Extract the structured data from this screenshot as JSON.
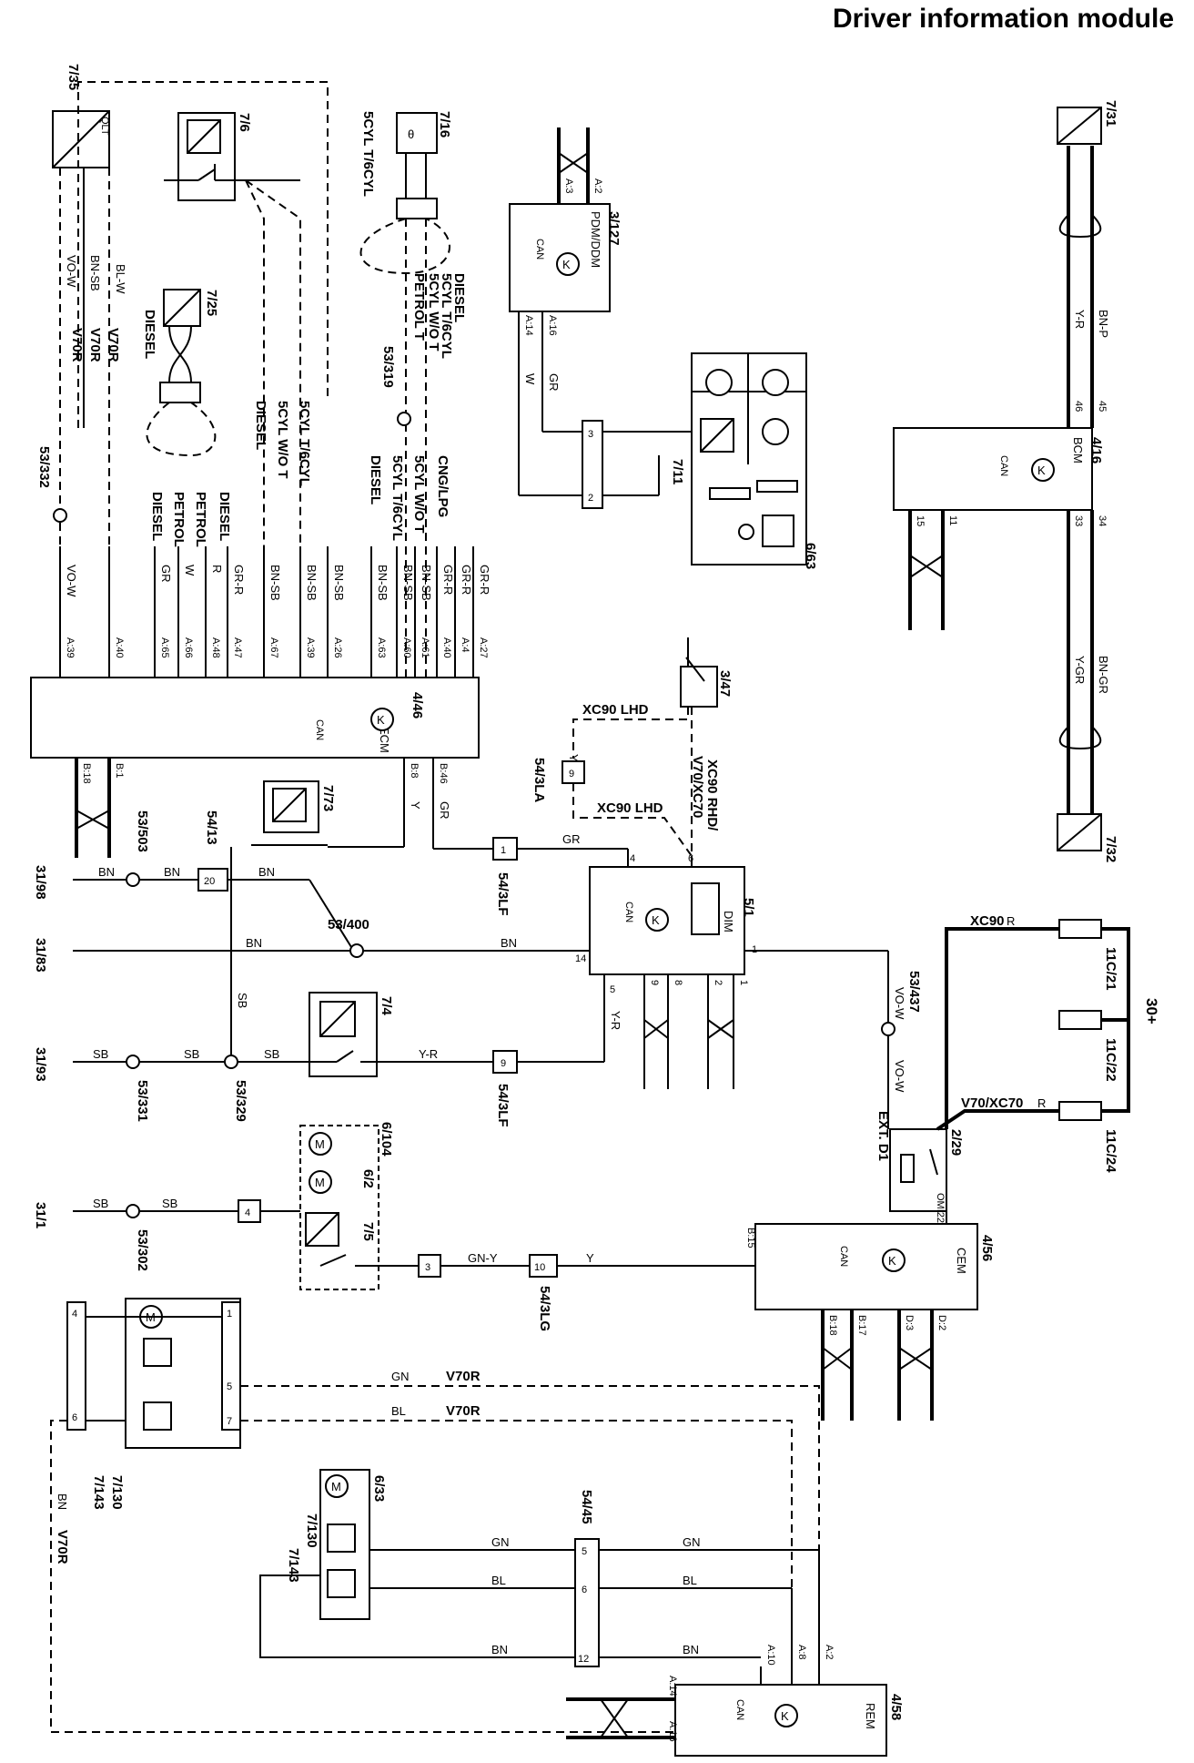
{
  "title": "Driver information module",
  "modules": {
    "ecm": {
      "ref": "4/46",
      "name": "ECM"
    },
    "dim": {
      "ref": "5/1",
      "name": "DIM"
    },
    "cem": {
      "ref": "4/56",
      "name": "CEM"
    },
    "rem": {
      "ref": "4/58",
      "name": "REM"
    },
    "bcm": {
      "ref": "4/16",
      "name": "BCM"
    },
    "pdm": {
      "ref": "3/127",
      "name": "PDM/DDM"
    }
  },
  "can_label": "CAN",
  "components": {
    "c735": "7/35",
    "c76": "7/6",
    "c716": "7/16",
    "c725": "7/25",
    "c731": "7/31",
    "c732": "7/32",
    "c711": "7/11",
    "c663": "6/63",
    "c347": "3/47",
    "c773": "7/73",
    "c74": "7/4",
    "c6104": "6/104",
    "c62": "6/2",
    "c75": "7/5",
    "c7130a": "7/130",
    "c7143a": "7/143",
    "c633": "6/33",
    "c7130b": "7/130",
    "c7143b": "7/143",
    "c229": "2/29",
    "qlt": "QLT",
    "om22": "OMI22",
    "ext_d1": "EXT. D1"
  },
  "splices": {
    "s53332": "53/332",
    "s53319": "53/319",
    "s53503": "53/503",
    "s53400": "53/400",
    "s53331": "53/331",
    "s53329": "53/329",
    "s53302": "53/302",
    "s53437": "53/437"
  },
  "connectors": {
    "k5413": "54/13",
    "k543lf_a": "54/3LF",
    "k543lf_b": "54/3LF",
    "k543la": "54/3LA",
    "k543lg": "54/3LG",
    "k5445": "54/45",
    "k11c21": "11C/21",
    "k11c22": "11C/22",
    "k11c24": "11C/24"
  },
  "grounds": {
    "g3198": "31/98",
    "g3183": "31/83",
    "g3193": "31/93",
    "g311": "31/1"
  },
  "supply": "30+",
  "variants": {
    "xc90_lhd_a": "XC90 LHD",
    "xc90_lhd_b": "XC90 LHD",
    "xc90_rhd": "XC90 RHD/",
    "v70_xc70": "V70/XC70",
    "xc90": "XC90",
    "v70xc70b": "V70/XC70",
    "v70r_a": "V70R",
    "v70r_b": "V70R",
    "v70r_c": "V70R",
    "v70r_d": "V70R",
    "v70r_e": "V70R",
    "diesel_a": "DIESEL",
    "diesel_b": "DIESEL",
    "diesel_c": "DIESEL",
    "diesel_d": "DIESEL",
    "diesel_e": "DIESEL",
    "petrol_a": "PETROL",
    "petrol_b": "PETROL",
    "cyl_a": "5CYL T/6CYL",
    "cyl_b": "5CYL W/O T",
    "cyl_c": "5CYL T/6CYL",
    "cyl_d": "5CYL W/O T",
    "cyl_e": "5CYL T/6CYL",
    "cyl_f": "5CYL W/O T",
    "cyl_g": "5CYL T/6CYL",
    "cng": "CNG/LPG",
    "petrol_t": "PETROL T"
  },
  "ecm_pins": [
    "A:39",
    "A:40",
    "A:65",
    "A:66",
    "A:48",
    "A:47",
    "A:67",
    "A:39",
    "A:26",
    "A:63",
    "A:60",
    "A:61",
    "A:40",
    "A:4",
    "A:27"
  ],
  "ecm_wires": [
    "VO-W",
    "",
    "GR",
    "W",
    "R",
    "GR-R",
    "BN-SB",
    "BN-SB",
    "BN-SB",
    "BN-SB",
    "BN-SB",
    "BN-SB",
    "GR-R",
    "GR-R",
    "GR-R"
  ],
  "ecm_bottom_pins": [
    "B:18",
    "B:1",
    "B:8",
    "B:46"
  ],
  "dim_pins": {
    "p4": "4",
    "p6": "6",
    "p14": "14",
    "p5": "5",
    "p9": "9",
    "p8": "8",
    "p2": "2",
    "p1": "1"
  },
  "cem_pins": [
    "B:15",
    "B:18",
    "B:17",
    "D:3",
    "D:2"
  ],
  "rem_pins": [
    "A:10",
    "A:8",
    "A:2",
    "A:14",
    "A:16"
  ],
  "bcm_pins": [
    "46",
    "45",
    "15",
    "11",
    "33",
    "34"
  ],
  "pdm_pins": [
    "A:3",
    "A:2",
    "A:14",
    "A:16"
  ],
  "wire_colors": {
    "gr": "GR",
    "bn": "BN",
    "sb": "SB",
    "y": "Y",
    "yr": "Y-R",
    "vow": "VO-W",
    "gny": "GN-Y",
    "gn": "GN",
    "bl": "BL",
    "r": "R",
    "w": "W",
    "bnp": "BN-P",
    "ygr": "Y-GR",
    "bngr": "BN-GR",
    "blw": "BL-W",
    "bnsb": "BN-SB",
    "grr": "GR-R"
  },
  "pin_numbers": {
    "n1": "1",
    "n2": "2",
    "n3": "3",
    "n4": "4",
    "n5": "5",
    "n6": "6",
    "n7": "7",
    "n9": "9",
    "n10": "10",
    "n12": "12",
    "n20": "20"
  }
}
